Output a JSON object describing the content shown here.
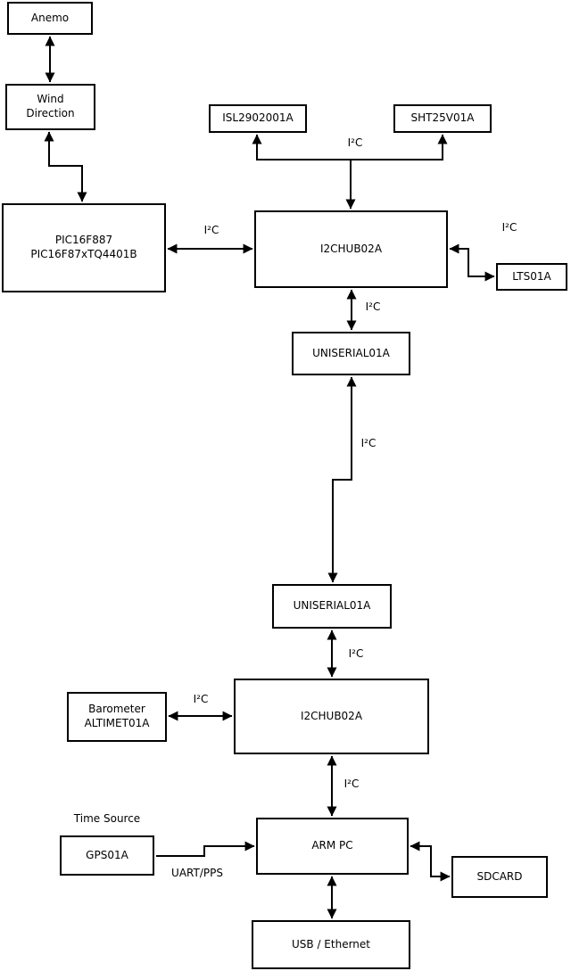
{
  "diagram": {
    "background_color": "#ffffff",
    "line_color": "#000000",
    "nodes": {
      "anemo": {
        "label": "Anemo"
      },
      "wind_direction": {
        "label": "Wind\nDirection"
      },
      "pic": {
        "label": "PIC16F887\nPIC16F87xTQ4401B"
      },
      "isl": {
        "label": "ISL2902001A"
      },
      "sht": {
        "label": "SHT25V01A"
      },
      "i2chub_top": {
        "label": "I2CHUB02A"
      },
      "lts": {
        "label": "LTS01A"
      },
      "uniserial_top": {
        "label": "UNISERIAL01A"
      },
      "uniserial_bottom": {
        "label": "UNISERIAL01A"
      },
      "i2chub_bottom": {
        "label": "I2CHUB02A"
      },
      "barometer": {
        "label": "Barometer\nALTIMET01A"
      },
      "arm_pc": {
        "label": "ARM PC"
      },
      "gps": {
        "label": "GPS01A"
      },
      "sdcard": {
        "label": "SDCARD"
      },
      "usb_ethernet": {
        "label": "USB / Ethernet"
      }
    },
    "edge_labels": {
      "pic_hub": "I²C",
      "hub_sensors": "I²C",
      "hub_lts": "I²C",
      "hub_uniserial": "I²C",
      "uniserial_link": "I²C",
      "uniserial_hub2": "I²C",
      "barometer_hub2": "I²C",
      "hub2_armpc": "I²C",
      "gps_armpc": "UART/PPS"
    },
    "annotations": {
      "time_source": "Time Source"
    }
  }
}
